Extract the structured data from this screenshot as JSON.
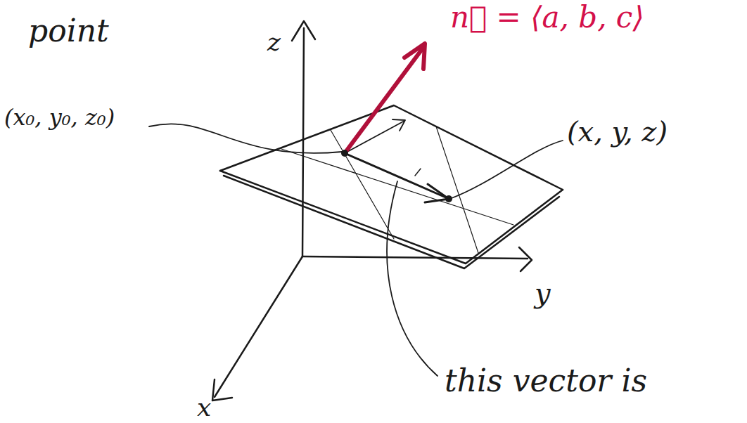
{
  "diagram": {
    "labels": [
      "point",
      "n⃗ = ⟨a, b, c⟩",
      "z",
      "(x₀, y₀, z₀)",
      "(x, y, z)",
      "y",
      "x",
      "this vector is"
    ]
  }
}
